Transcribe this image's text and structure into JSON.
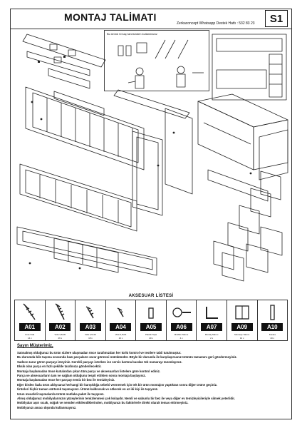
{
  "header": {
    "title": "MONTAJ TALİMATI",
    "sheet_code": "S1",
    "support_line": "Zerkaconcept Whatsapp Destek Hattı : 532 83 23"
  },
  "tools_note": "Bu ürünü bi kaç tanesinden kullanmanız",
  "accessories": {
    "title": "AKSESUAR LİSTESİ",
    "items": [
      {
        "code": "A01",
        "name": "Kısa Vida",
        "qty": "14 x",
        "icon": "long-screw-icon"
      },
      {
        "code": "A02",
        "name": "Vida 3,5x30",
        "qty": "46 x",
        "icon": "wood-screw-icon"
      },
      {
        "code": "A03",
        "name": "Vida 3,5x16",
        "qty": "18 x",
        "icon": "short-screw-icon"
      },
      {
        "code": "A04",
        "name": "Vida 3,5x16",
        "qty": "10 x",
        "icon": "small-screw-icon"
      },
      {
        "code": "A05",
        "name": "Plastik Tapa",
        "qty": "20 x",
        "icon": "dowel-icon"
      },
      {
        "code": "A06",
        "name": "Minifiks Takımı",
        "qty": "4 x",
        "icon": "cam-lock-icon"
      },
      {
        "code": "A07",
        "name": "Montaj Takımı",
        "qty": "2 x",
        "icon": "bracket-icon"
      },
      {
        "code": "A09",
        "name": "Menteşe Takımı",
        "qty": "10 x",
        "icon": "hinge-icon"
      },
      {
        "code": "A10",
        "name": "Kavela",
        "qty": "20 x",
        "icon": "wooden-dowel-icon"
      }
    ]
  },
  "customer": {
    "heading": "Sayın Müşterimiz,",
    "notes": [
      "Satınalmış olduğunuz bu ürün sizlere ulaşmadan önce tarafımızdan her türlü kontrol ve testlere tabii tutulmuştur.",
      "Bu durumda bile taşıma sırasında bazı parçaların zarar görmesi mümkündür. Böyle bir durumla ile karşılaşırsanız ürünün tamamını geri göndermeyiniz.",
      "Sadece zarar gören parçayı isteyiniz. Gerekli parçayı isterken ise servis kartına basılan tek numarayı tanımlayınız.",
      "Eksik olan parça en hızlı şekilde tarafınıza gönderilecektir.",
      "Montaja başlamadan önce kutulardan çıkan tüm parça ve aksesuarları listelere göre kontrol ediniz.",
      "Parça ve aksesuarların tam ve sağlam olduğunu tespit ettikten sonra montaja başlayınız.",
      "Montaja başlamadan önce her parçayı temiz bir bez ile temizleyiniz.",
      "Eğer birden fazla ürün aldıysanız herhangi bir karışıklığa sebebi vermemek için tek bir ürün montajını yaptıktan sonra diğer ürüne geçiniz.",
      "Ürünleri hiçbir zaman sürterek taşımayınız. Ürünü kaldırarak ve sökerek en az iki kişi ile taşıyınız.",
      "Uzun mesafeli taşımalarda ürünü mutlaka paket ile taşıyınız.",
      "Almış olduğunuz mobilyalarınızın yüzeylerinin temizlenmesi çok kolaydır. Nemli ve sabunlu bir bez ile veya diğer ev temizleyicileriyle silmek yeterlidir.",
      "Mobilyalar aşırı sıcak, soğuk ve nemden etkilendiklerinden, mobilyanızı bu faktörlerle direkt olarak temas ettirmeyiniz.",
      "Mobilyanızı amacı dışında kullanmayınız."
    ]
  }
}
